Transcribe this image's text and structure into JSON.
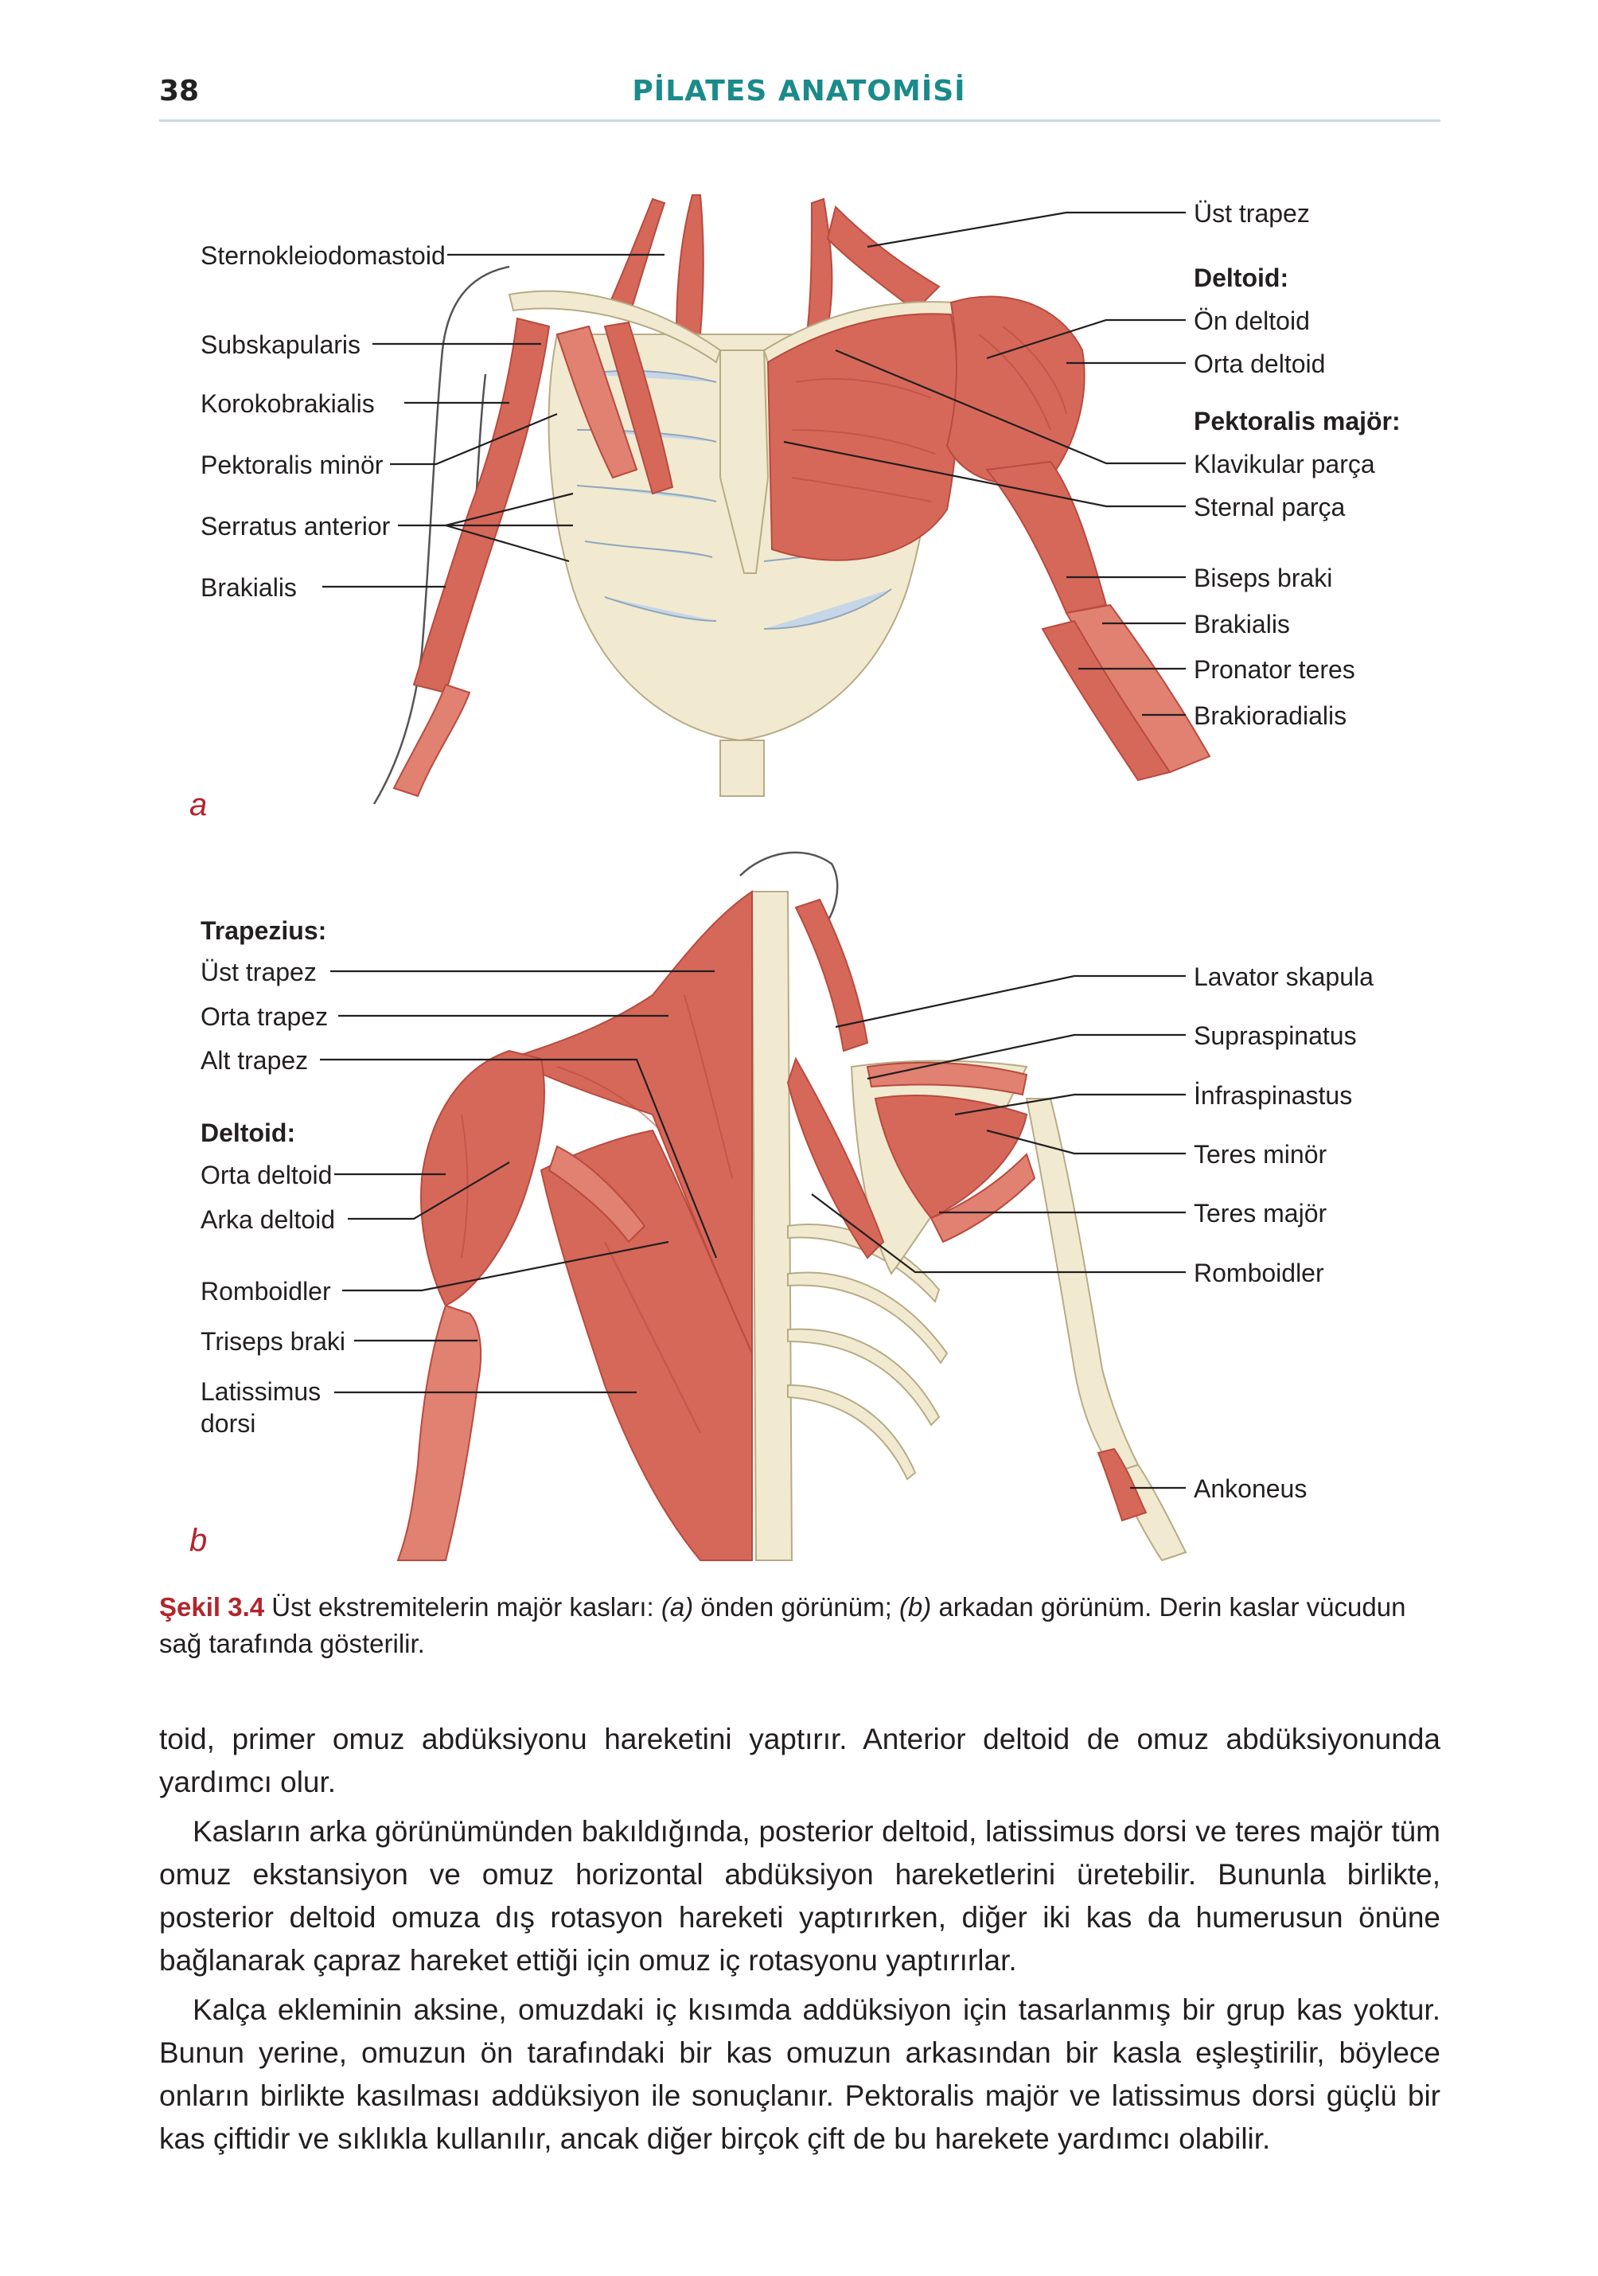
{
  "header": {
    "page_number": "38",
    "running_title": "PİLATES ANATOMİSİ"
  },
  "figure": {
    "panel_a": {
      "panel_label": "a",
      "left_labels": [
        "Sternokleiodomastoid",
        "Subskapularis",
        "Korokobrakialis",
        "Pektoralis minör",
        "Serratus anterior",
        "Brakialis"
      ],
      "right_labels": {
        "ust_trapez": "Üst trapez",
        "deltoid_heading": "Deltoid:",
        "on_deltoid": "Ön deltoid",
        "orta_deltoid": "Orta deltoid",
        "pektoralis_heading": "Pektoralis majör:",
        "klavikular": "Klavikular parça",
        "sternal": "Sternal parça",
        "biseps": "Biseps braki",
        "brakialis": "Brakialis",
        "pronator": "Pronator teres",
        "brakioradialis": "Brakioradialis"
      }
    },
    "panel_b": {
      "panel_label": "b",
      "trapezius_heading": "Trapezius:",
      "ust_trapez": "Üst trapez",
      "orta_trapez": "Orta trapez",
      "alt_trapez": "Alt trapez",
      "deltoid_heading": "Deltoid:",
      "orta_deltoid": "Orta deltoid",
      "arka_deltoid": "Arka deltoid",
      "romboidler_left": "Romboidler",
      "triseps": "Triseps braki",
      "latissimus_line1": "Latissimus",
      "latissimus_line2": "dorsi",
      "right_labels": [
        "Lavator skapula",
        "Supraspinatus",
        "İnfraspinastus",
        "Teres minör",
        "Teres majör",
        "Romboidler",
        "Ankoneus"
      ]
    }
  },
  "caption": {
    "label": "Şekil 3.4",
    "text_1": " Üst ekstremitelerin majör kasları: ",
    "a_marker": "(a)",
    "text_2": " önden görünüm; ",
    "b_marker": "(b)",
    "text_3": " arkadan görünüm. Derin kaslar vücudun sağ tarafında gösterilir."
  },
  "body": {
    "p1": "toid, primer omuz abdüksiyonu hareketini yaptırır. Anterior deltoid de omuz abdüksiyonunda yardımcı olur.",
    "p2": "Kasların arka görünümünden bakıldığında, posterior deltoid, latissimus dorsi ve teres majör tüm omuz ekstansiyon ve omuz horizontal abdüksiyon hareketlerini üretebilir. Bununla birlikte, posterior deltoid omuza dış rotasyon hareketi yaptırırken, diğer iki kas da humerusun önüne bağlanarak çapraz hareket ettiği için omuz iç rotasyonu yaptırırlar.",
    "p3": "Kalça ekleminin aksine, omuzdaki iç kısımda addüksiyon için tasarlanmış bir grup kas yoktur. Bunun yerine, omuzun ön tarafındaki bir kas omuzun arkasından bir kasla eşleştirilir, böylece onların birlikte kasılması addüksiyon ile sonuçlanır. Pektoralis majör ve latissimus dorsi güçlü bir kas çiftidir ve sıklıkla kullanılır, ancak diğer birçok çift de bu harekete yardımcı olabilir."
  }
}
